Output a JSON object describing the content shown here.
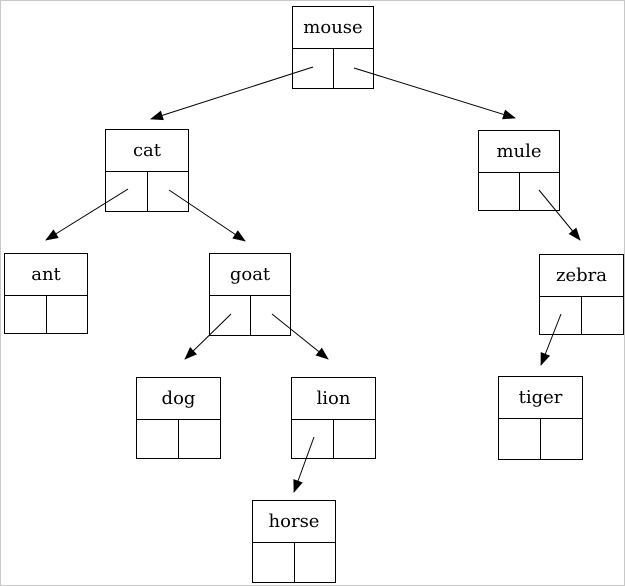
{
  "diagram": {
    "kind": "binary-search-tree",
    "background_color": "#ffffff",
    "frame_border_color": "#c8c8c8",
    "line_color": "#000000",
    "text_color": "#000000"
  },
  "nodes": [
    {
      "id": "mouse",
      "label": "mouse"
    },
    {
      "id": "cat",
      "label": "cat"
    },
    {
      "id": "mule",
      "label": "mule"
    },
    {
      "id": "ant",
      "label": "ant"
    },
    {
      "id": "goat",
      "label": "goat"
    },
    {
      "id": "zebra",
      "label": "zebra"
    },
    {
      "id": "dog",
      "label": "dog"
    },
    {
      "id": "lion",
      "label": "lion"
    },
    {
      "id": "tiger",
      "label": "tiger"
    },
    {
      "id": "horse",
      "label": "horse"
    }
  ],
  "edges": [
    {
      "from": "mouse",
      "pointer": "left",
      "to": "cat"
    },
    {
      "from": "mouse",
      "pointer": "right",
      "to": "mule"
    },
    {
      "from": "cat",
      "pointer": "left",
      "to": "ant"
    },
    {
      "from": "cat",
      "pointer": "right",
      "to": "goat"
    },
    {
      "from": "mule",
      "pointer": "right",
      "to": "zebra"
    },
    {
      "from": "goat",
      "pointer": "left",
      "to": "dog"
    },
    {
      "from": "goat",
      "pointer": "right",
      "to": "lion"
    },
    {
      "from": "zebra",
      "pointer": "left",
      "to": "tiger"
    },
    {
      "from": "lion",
      "pointer": "left",
      "to": "horse"
    }
  ]
}
